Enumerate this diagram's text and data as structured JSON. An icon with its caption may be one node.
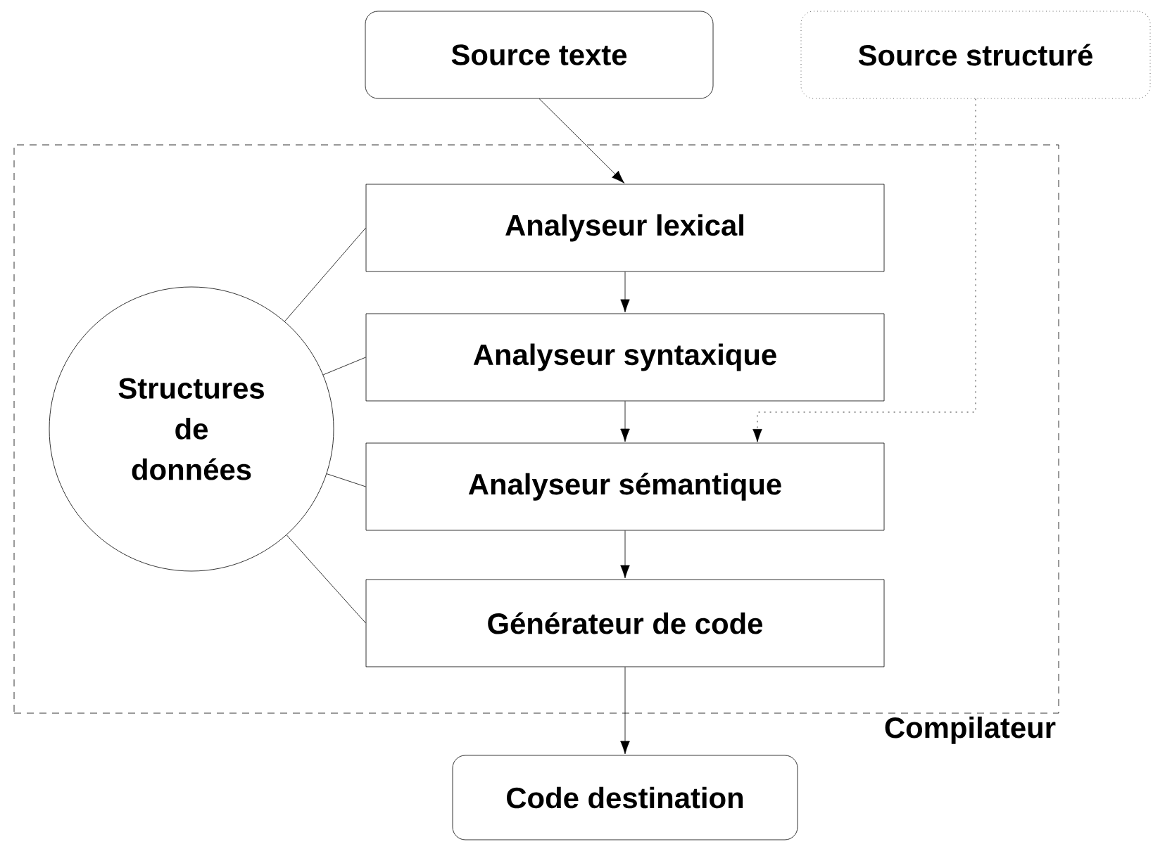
{
  "diagram": {
    "nodes": [
      {
        "text": [
          "Source texte"
        ]
      },
      {
        "text": [
          "Source structuré"
        ]
      },
      {
        "text": [
          "Compilateur"
        ]
      },
      {
        "text": [
          "Structures de données"
        ],
        "in": 2
      },
      {
        "text": [
          "Analyseur lexical"
        ],
        "in": 2
      },
      {
        "text": [
          "Analyseur syntaxique"
        ],
        "in": 2
      },
      {
        "text": [
          "Analyseur sémantique"
        ],
        "in": 2
      },
      {
        "text": [
          "Générateur de code"
        ],
        "in": 2
      },
      {
        "text": [
          "Code destination"
        ]
      }
    ],
    "edges": [
      {
        "from": 0,
        "to": 4,
        "arrow": "to"
      },
      {
        "from": 4,
        "to": 5,
        "arrow": "to"
      },
      {
        "from": 5,
        "to": 6,
        "arrow": "to"
      },
      {
        "from": 1,
        "to": 6,
        "arrow": "to",
        "style": "dashed"
      },
      {
        "from": 6,
        "to": 7,
        "arrow": "to"
      },
      {
        "from": 7,
        "to": 8,
        "arrow": "to"
      },
      {
        "from": 3,
        "to": 4,
        "arrow": "none"
      },
      {
        "from": 3,
        "to": 5,
        "arrow": "none"
      },
      {
        "from": 3,
        "to": 6,
        "arrow": "none"
      },
      {
        "from": 3,
        "to": 7,
        "arrow": "none"
      }
    ]
  }
}
